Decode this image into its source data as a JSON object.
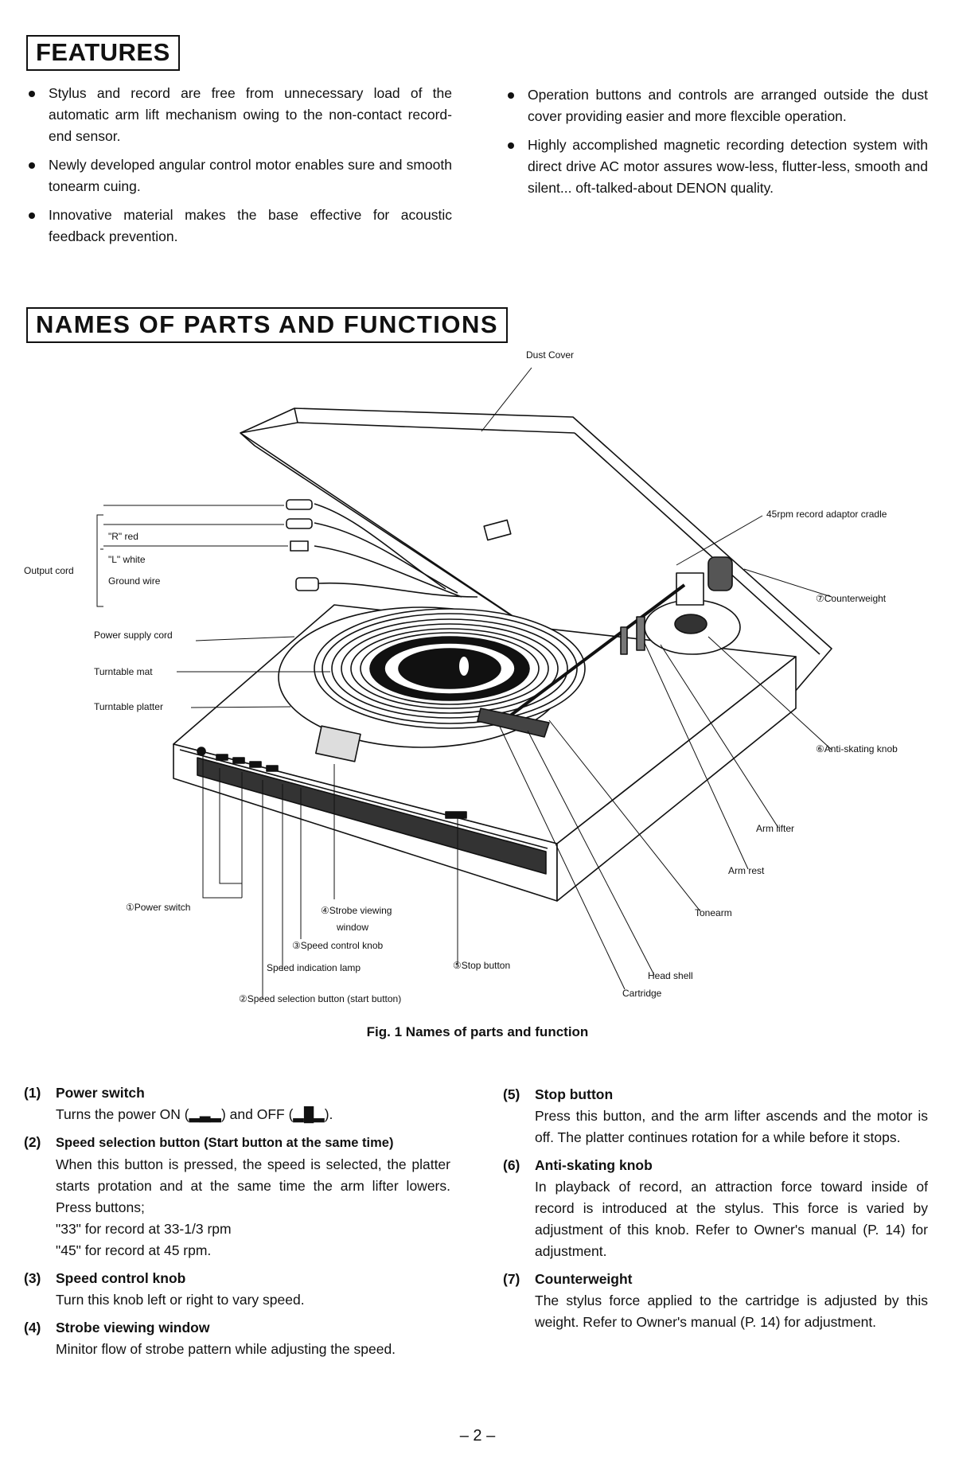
{
  "features": {
    "title": "FEATURES",
    "left": [
      "Stylus and record are free from unnecessary load of the automatic arm lift mechanism owing to the non-contact record-end sensor.",
      "Newly developed angular control motor enables sure and smooth tonearm cuing.",
      "Innovative material makes the base effective for acoustic feedback prevention."
    ],
    "right": [
      "Operation buttons and controls are arranged outside the dust cover providing easier and more flexcible operation.",
      "Highly accomplished magnetic recording detection system with direct drive AC motor assures wow-less, flutter-less, smooth and silent... oft-talked-about DENON quality."
    ]
  },
  "names": {
    "title": "NAMES OF PARTS AND FUNCTIONS"
  },
  "figure": {
    "labels": {
      "dust_cover": "Dust Cover",
      "adaptor_cradle": "45rpm record adaptor cradle",
      "counterweight": "⑦Counterweight",
      "anti_skating": "⑥Anti-skating knob",
      "arm_lifter": "Arm lifter",
      "arm_rest": "Arm rest",
      "tonearm": "Tonearm",
      "head_shell": "Head shell",
      "cartridge": "Cartridge",
      "output_cord": "Output cord",
      "r_red": "\"R\" red",
      "l_white": "\"L\" white",
      "ground_wire": "Ground wire",
      "power_cord": "Power supply cord",
      "turntable_mat": "Turntable mat",
      "turntable_platter": "Turntable platter",
      "power_switch": "①Power switch",
      "strobe_window_1": "④Strobe viewing",
      "strobe_window_2": "window",
      "speed_knob": "③Speed control knob",
      "speed_lamp": "Speed indication lamp",
      "stop_button": "⑤Stop button",
      "speed_button": "②Speed selection button (start button)"
    },
    "caption": "Fig. 1  Names of parts and function"
  },
  "parts_left": [
    {
      "num": "(1)",
      "title": "Power switch",
      "lines": [
        "Turns the power ON (▂▃▂) and OFF (▂█▂)."
      ]
    },
    {
      "num": "(2)",
      "title": "Speed selection button (Start button at the same time)",
      "text": "When this button is pressed, the speed is selected, the platter starts protation and at the same time the arm lifter lowers. Press buttons;",
      "lines": [
        "\"33\" for record at 33-1/3 rpm",
        "\"45\" for record at 45 rpm."
      ]
    },
    {
      "num": "(3)",
      "title": "Speed control knob",
      "lines": [
        "Turn this knob left or right to vary speed."
      ]
    },
    {
      "num": "(4)",
      "title": "Strobe viewing window",
      "text": "Minitor flow of strobe pattern while adjusting the speed."
    }
  ],
  "parts_right": [
    {
      "num": "(5)",
      "title": "Stop button",
      "text": "Press this button, and the arm lifter ascends and the motor is off. The platter continues rotation for a while before it stops."
    },
    {
      "num": "(6)",
      "title": "Anti-skating knob",
      "text": "In playback of record, an attraction force toward inside of record is introduced at the stylus. This force is varied by adjustment of this knob. Refer to Owner's manual (P. 14) for adjustment."
    },
    {
      "num": "(7)",
      "title": "Counterweight",
      "text": "The stylus force applied to the cartridge is adjusted by this weight. Refer to Owner's manual (P. 14) for adjustment."
    }
  ],
  "page_number": "– 2 –"
}
